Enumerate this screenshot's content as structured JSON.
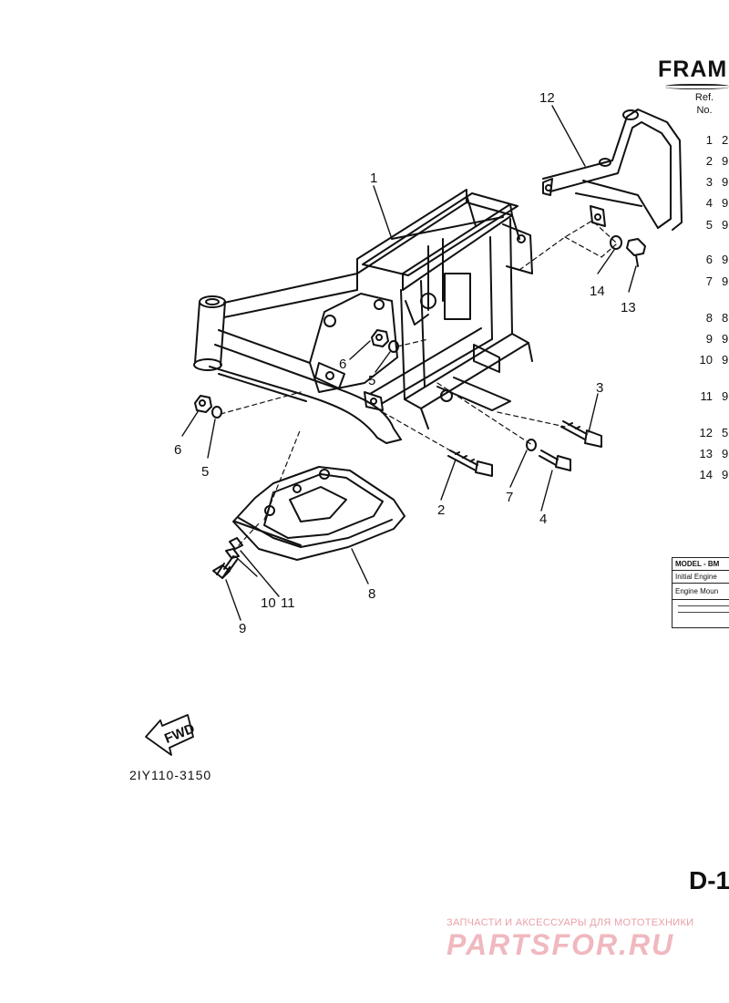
{
  "page": {
    "title": "FRAM",
    "page_number": "D-1",
    "diagram_code": "2IY110-3150",
    "fwd_label": "FWD"
  },
  "ref_table": {
    "header": "Ref.\nNo.",
    "rows": [
      {
        "ref": "1",
        "part": "2"
      },
      {
        "ref": "2",
        "part": "9"
      },
      {
        "ref": "3",
        "part": "9"
      },
      {
        "ref": "4",
        "part": "9"
      },
      {
        "ref": "5",
        "part": "9"
      },
      {
        "ref": "6",
        "part": "9"
      },
      {
        "ref": "7",
        "part": "9"
      },
      {
        "ref": "8",
        "part": "8"
      },
      {
        "ref": "9",
        "part": "9"
      },
      {
        "ref": "10",
        "part": "9"
      },
      {
        "ref": "11",
        "part": "9"
      },
      {
        "ref": "12",
        "part": "5"
      },
      {
        "ref": "13",
        "part": "9"
      },
      {
        "ref": "14",
        "part": "9"
      }
    ]
  },
  "info_box": {
    "model": "MODEL - BM",
    "initial": "Initial Engine",
    "engine": "Engine Moun"
  },
  "callouts": [
    "1",
    "2",
    "3",
    "4",
    "5",
    "5",
    "6",
    "6",
    "7",
    "8",
    "9",
    "10",
    "11",
    "12",
    "13",
    "14"
  ],
  "watermark": {
    "caption": "ЗАПЧАСТИ И АКСЕССУАРЫ ДЛЯ МОТОТЕХНИКИ",
    "logo": "PARTSFOR.RU"
  },
  "colors": {
    "ink": "#111111",
    "watermark": "#f0b8bf"
  }
}
